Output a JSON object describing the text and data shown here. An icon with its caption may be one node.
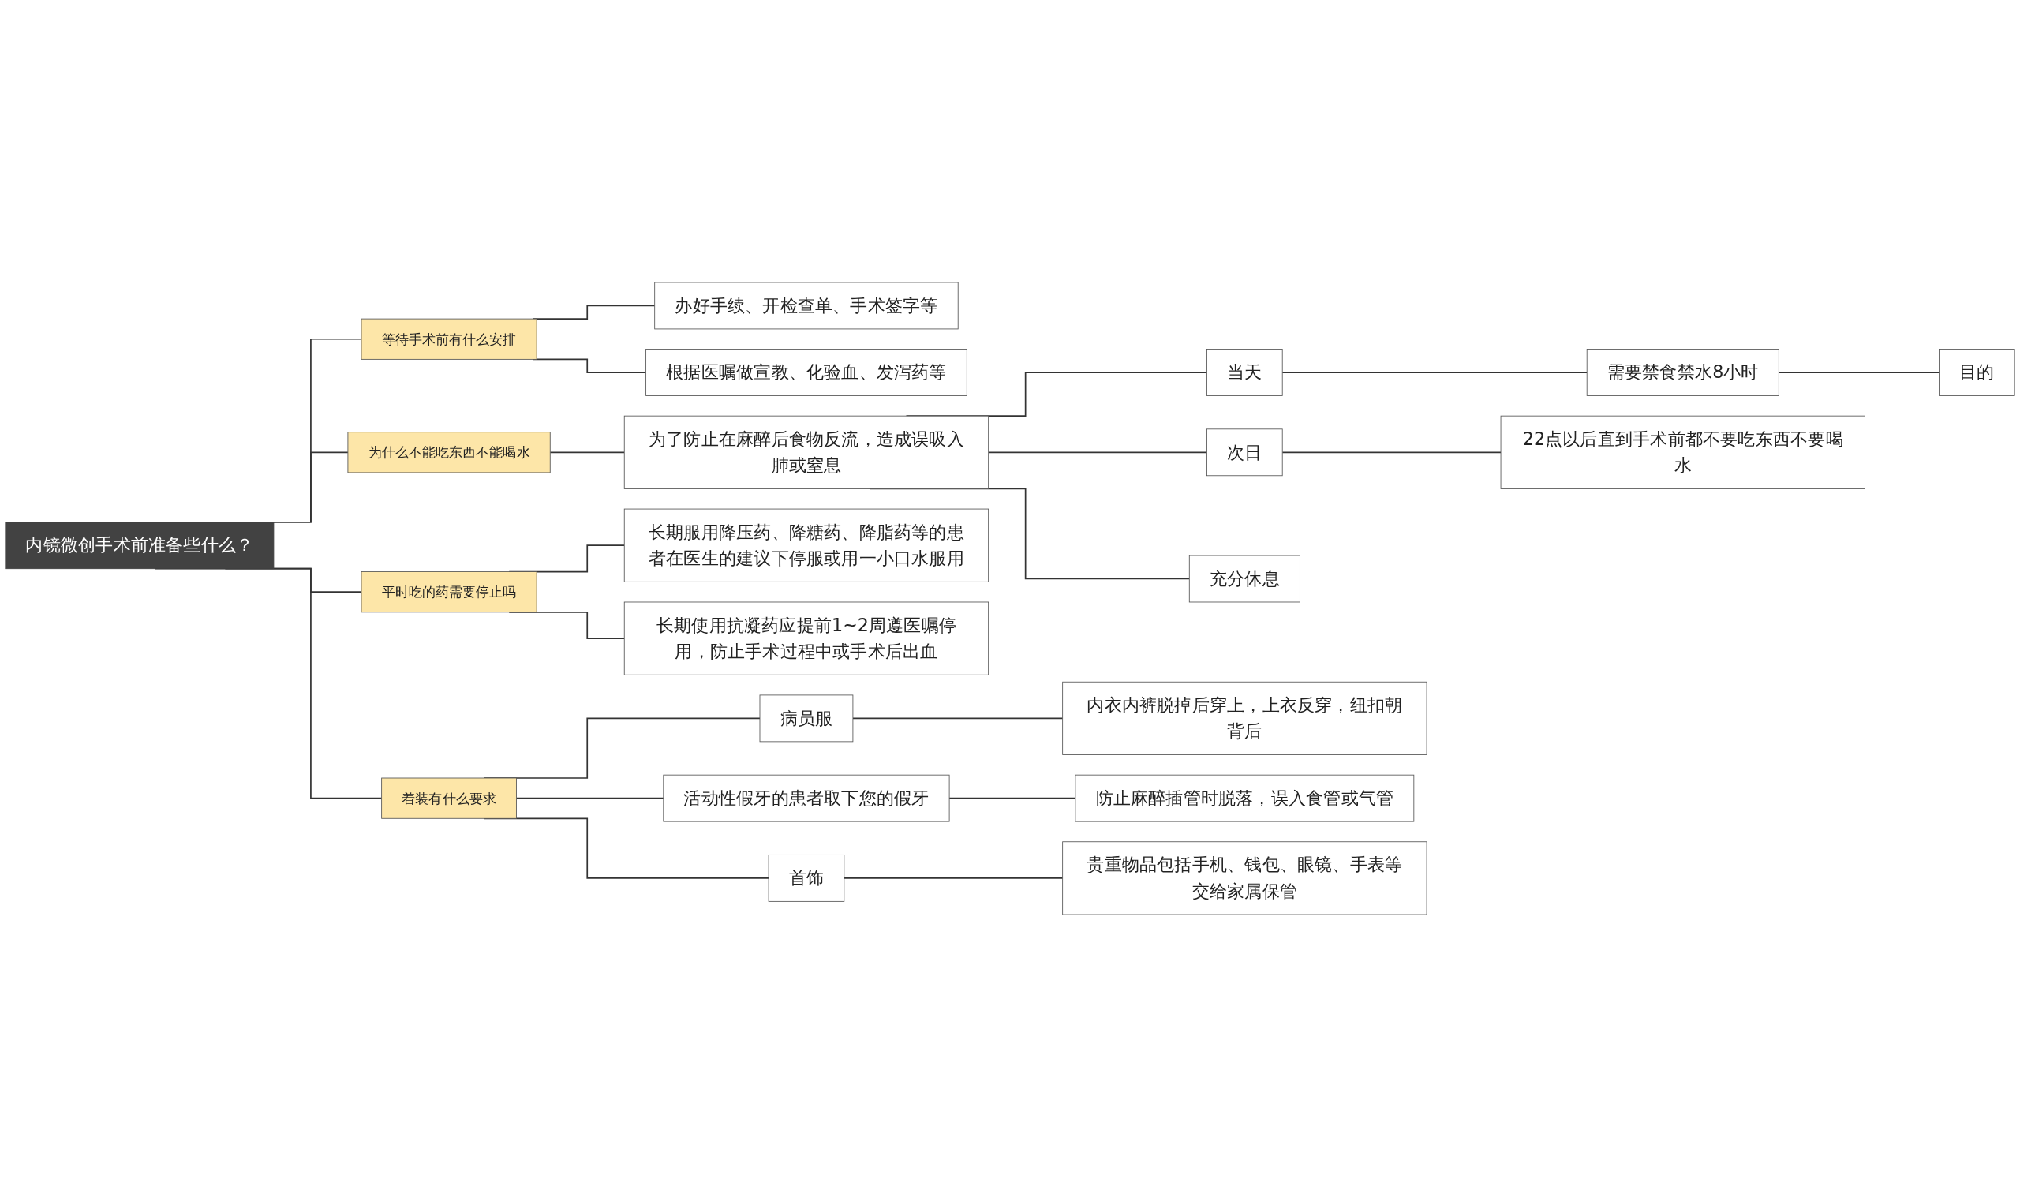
{
  "diagram": {
    "nodes": [
      {
        "text": [
          "内镜微创手术前准备些什么？"
        ]
      },
      {
        "text": [
          "等待手术前有什么安排"
        ]
      },
      {
        "text": [
          "办好手续、开检查单、手术签字等"
        ]
      },
      {
        "text": [
          "根据医嘱做宣教、化验血、发泻药等"
        ]
      },
      {
        "text": [
          "为什么不能吃东西不能喝水"
        ]
      },
      {
        "text": [
          "为了防止在麻醉后食物反流，造成误吸入肺或窒息"
        ]
      },
      {
        "text": [
          "当天"
        ]
      },
      {
        "text": [
          "需要禁食禁水8小时"
        ]
      },
      {
        "text": [
          "目的"
        ]
      },
      {
        "text": [
          "次日"
        ]
      },
      {
        "text": [
          "22点以后直到手术前都不要吃东西不要喝水"
        ]
      },
      {
        "text": [
          "充分休息"
        ]
      },
      {
        "text": [
          "平时吃的药需要停止吗"
        ]
      },
      {
        "text": [
          "长期服用降压药、降糖药、降脂药等的患者在医生的建议下停服或用一小口水服用"
        ]
      },
      {
        "text": [
          "长期使用抗凝药应提前1~2周遵医嘱停用，防止手术过程中或手术后出血"
        ]
      },
      {
        "text": [
          "着装有什么要求"
        ]
      },
      {
        "text": [
          "病员服"
        ]
      },
      {
        "text": [
          "内衣内裤脱掉后穿上，上衣反穿，纽扣朝背后"
        ]
      },
      {
        "text": [
          "活动性假牙的患者取下您的假牙"
        ]
      },
      {
        "text": [
          "防止麻醉插管时脱落，误入食管或气管"
        ]
      },
      {
        "text": [
          "首饰"
        ]
      },
      {
        "text": [
          "贵重物品包括手机、钱包、眼镜、手表等交给家属保管"
        ]
      }
    ],
    "edges": [
      {
        "from": 0,
        "to": 1,
        "arrow": "none"
      },
      {
        "from": 1,
        "to": 2,
        "arrow": "none"
      },
      {
        "from": 1,
        "to": 3,
        "arrow": "none"
      },
      {
        "from": 0,
        "to": 4,
        "arrow": "none"
      },
      {
        "from": 4,
        "to": 5,
        "arrow": "none"
      },
      {
        "from": 5,
        "to": 6,
        "arrow": "none"
      },
      {
        "from": 6,
        "to": 7,
        "arrow": "none"
      },
      {
        "from": 7,
        "to": 8,
        "arrow": "none"
      },
      {
        "from": 5,
        "to": 9,
        "arrow": "none"
      },
      {
        "from": 9,
        "to": 10,
        "arrow": "none"
      },
      {
        "from": 5,
        "to": 11,
        "arrow": "none"
      },
      {
        "from": 0,
        "to": 12,
        "arrow": "none"
      },
      {
        "from": 12,
        "to": 13,
        "arrow": "none"
      },
      {
        "from": 12,
        "to": 14,
        "arrow": "none"
      },
      {
        "from": 0,
        "to": 15,
        "arrow": "none"
      },
      {
        "from": 15,
        "to": 16,
        "arrow": "none"
      },
      {
        "from": 16,
        "to": 17,
        "arrow": "none"
      },
      {
        "from": 15,
        "to": 18,
        "arrow": "none"
      },
      {
        "from": 18,
        "to": 19,
        "arrow": "none"
      },
      {
        "from": 15,
        "to": 20,
        "arrow": "none"
      },
      {
        "from": 20,
        "to": 21,
        "arrow": "none"
      }
    ]
  }
}
